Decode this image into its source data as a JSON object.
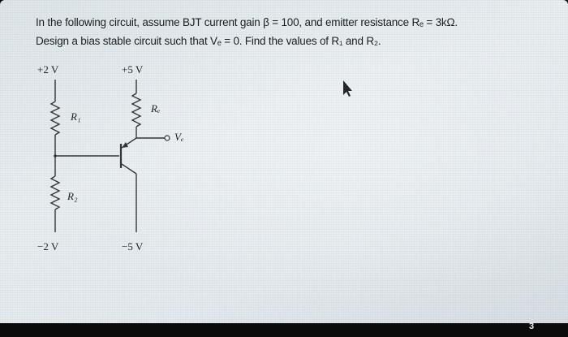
{
  "question": {
    "line1": "In the following circuit, assume BJT current gain β = 100, and emitter resistance Rₑ = 3kΩ.",
    "line2": "Design a bias stable circuit such that Vₑ = 0. Find the values of R₁ and R₂."
  },
  "circuit": {
    "supply_left_top": "+2 V",
    "supply_right_top": "+5 V",
    "supply_left_bottom": "−2 V",
    "supply_right_bottom": "−5 V",
    "r1_label": "R₁",
    "r2_label": "R₂",
    "re_label": "Rₑ",
    "ve_label": "Vₑ"
  },
  "footer": {
    "page_number": "3"
  }
}
